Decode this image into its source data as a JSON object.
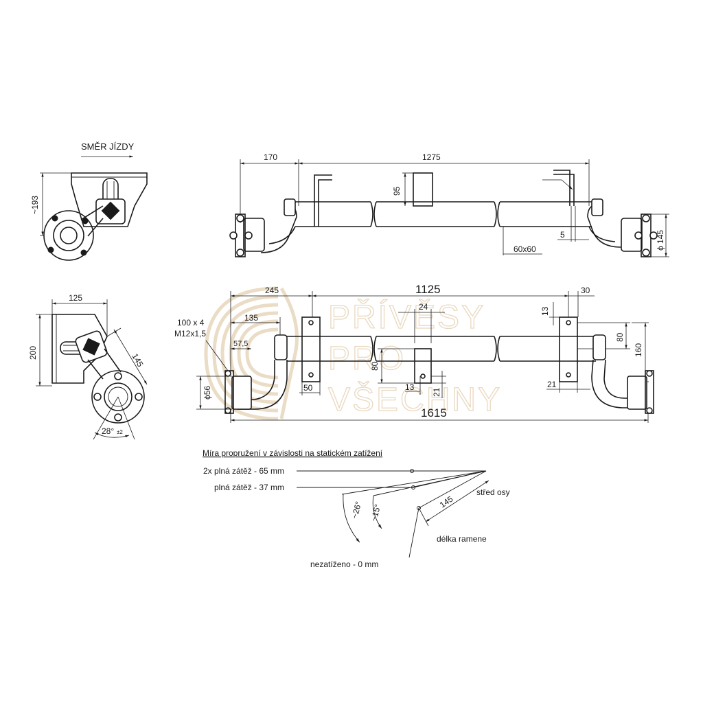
{
  "watermark": {
    "line1": "PŘÍVĚSY",
    "line2": "PRO",
    "line3": "VŠECHNY"
  },
  "side_view_top": {
    "direction_label": "SMĚR JÍZDY",
    "height": "~193"
  },
  "side_view_bottom": {
    "width": "125",
    "height": "200",
    "arm": "145",
    "angle": "28°",
    "angle_tol": "±2"
  },
  "top_view": {
    "d170": "170",
    "d1275": "1275",
    "d95": "95",
    "d60x60": "60x60",
    "d5": "5",
    "d145": "ϕ 145"
  },
  "front_view": {
    "d245": "245",
    "d1125": "1125",
    "d30": "30",
    "d135": "135",
    "d24": "24",
    "d13a": "13",
    "d57_5": "57,5",
    "d80a": "80",
    "d160": "160",
    "d80b": "80",
    "d56": "ϕ56",
    "d50": "50",
    "d13b": "13",
    "d21a": "21",
    "d21b": "21",
    "d1615": "1615",
    "bolt_line1": "100 x 4",
    "bolt_line2": "M12x1,5"
  },
  "suspension": {
    "title": "Míra propružení v závislosti na statickém zatížení",
    "row1": "2x plná zátěž - 65 mm",
    "row2": "plná zátěž - 37 mm",
    "row3": "nezatíženo - 0 mm",
    "axis_center": "střed osy",
    "arm_length_label": "délka ramene",
    "arm_length": "145",
    "angle1": "~26°",
    "angle2": "~15°"
  }
}
